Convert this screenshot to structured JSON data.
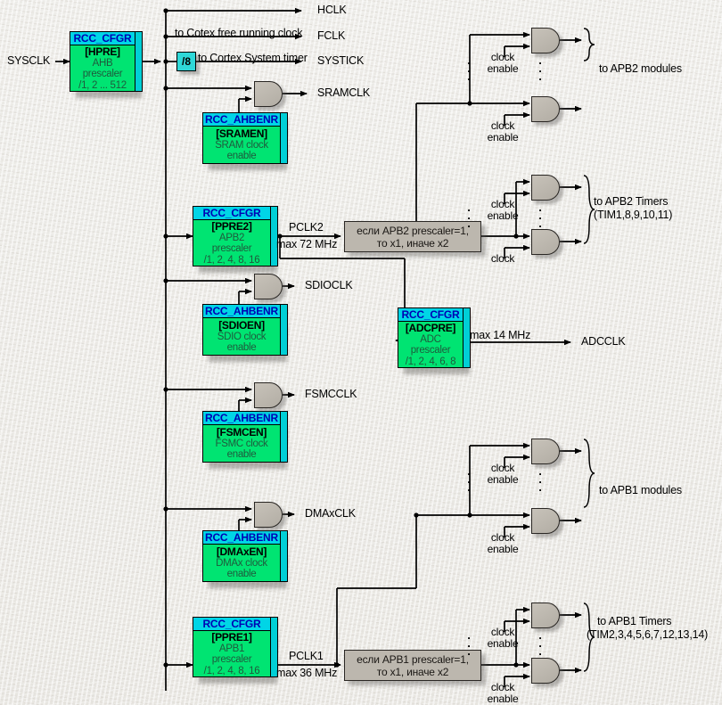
{
  "diagram": {
    "title": "STM32 RCC clock distribution tree",
    "colors": {
      "register_green": "#00e472",
      "register_header_cyan": "#00d5e6",
      "header_text_blue": "#0000b4",
      "note_grey": "#bcb7ae",
      "gate_grey": "#bfbab1",
      "background": "#eceae6",
      "wire_black": "#000000"
    },
    "inputs": [
      {
        "name": "sysclk-input",
        "label": "SYSCLK"
      }
    ],
    "registers": [
      {
        "id": "hpre",
        "register": "RCC_CFGR",
        "bitfield": "[HPRE]",
        "lines": [
          "AHB",
          "prescaler",
          "/1, 2 ... 512"
        ]
      },
      {
        "id": "sramen",
        "register": "RCC_AHBENR",
        "bitfield": "[SRAMEN]",
        "lines": [
          "SRAM clock",
          "enable"
        ]
      },
      {
        "id": "ppre2",
        "register": "RCC_CFGR",
        "bitfield": "[PPRE2]",
        "lines": [
          "APB2",
          "prescaler",
          "/1, 2, 4, 8, 16"
        ]
      },
      {
        "id": "sdioen",
        "register": "RCC_AHBENR",
        "bitfield": "[SDIOEN]",
        "lines": [
          "SDIO clock",
          "enable"
        ]
      },
      {
        "id": "adcpre",
        "register": "RCC_CFGR",
        "bitfield": "[ADCPRE]",
        "lines": [
          "ADC",
          "prescaler",
          "/1, 2, 4, 6, 8"
        ]
      },
      {
        "id": "fsmcen",
        "register": "RCC_AHBENR",
        "bitfield": "[FSMCEN]",
        "lines": [
          "FSMC clock",
          "enable"
        ]
      },
      {
        "id": "dmaxen",
        "register": "RCC_AHBENR",
        "bitfield": "[DMAxEN]",
        "lines": [
          "DMAx clock",
          "enable"
        ]
      },
      {
        "id": "ppre1",
        "register": "RCC_CFGR",
        "bitfield": "[PPRE1]",
        "lines": [
          "APB1",
          "prescaler",
          "/1, 2, 4, 8, 16"
        ]
      }
    ],
    "divider": {
      "id": "div8",
      "label": "/8"
    },
    "notes": [
      {
        "id": "apb2-mul",
        "line1": "если APB2 prescaler=1,",
        "line2": "то x1, иначе x2"
      },
      {
        "id": "apb1-mul",
        "line1": "если APB1 prescaler=1,",
        "line2": "то x1, иначе x2"
      }
    ],
    "outputs": [
      {
        "id": "hclk",
        "label": "HCLK"
      },
      {
        "id": "fclk",
        "label": "FCLK"
      },
      {
        "id": "systick",
        "label": "SYSTICK"
      },
      {
        "id": "sramclk",
        "label": "SRAMCLK"
      },
      {
        "id": "sdioclk",
        "label": "SDIOCLK"
      },
      {
        "id": "adcclk",
        "label": "ADCCLK"
      },
      {
        "id": "fsmcclk",
        "label": "FSMCCLK"
      },
      {
        "id": "dmaxclk",
        "label": "DMAxCLK"
      }
    ],
    "wire_labels": [
      {
        "id": "cortex-free-running",
        "label": "to Cotex free running clock"
      },
      {
        "id": "cortex-system-timer",
        "label": "to Cortex System timer"
      },
      {
        "id": "pclk2",
        "label": "PCLK2"
      },
      {
        "id": "pclk2-max",
        "label": "max 72 MHz"
      },
      {
        "id": "pclk1",
        "label": "PCLK1"
      },
      {
        "id": "pclk1-max",
        "label": "max 36 MHz"
      },
      {
        "id": "adc-max",
        "label": "max 14 MHz"
      }
    ],
    "gate_labels": {
      "clock_enable_l1": "clock",
      "clock_enable_l2": "enable",
      "clock_only": "clock",
      "dots": "."
    },
    "groups": [
      {
        "id": "apb2-modules",
        "line1": "to APB2 modules",
        "line2": ""
      },
      {
        "id": "apb2-timers",
        "line1": "to APB2 Timers",
        "line2": "(TIM1,8,9,10,11)"
      },
      {
        "id": "apb1-modules",
        "line1": "to APB1 modules",
        "line2": ""
      },
      {
        "id": "apb1-timers",
        "line1": "to APB1 Timers",
        "line2": "(TIM2,3,4,5,6,7,12,13,14)"
      }
    ]
  }
}
